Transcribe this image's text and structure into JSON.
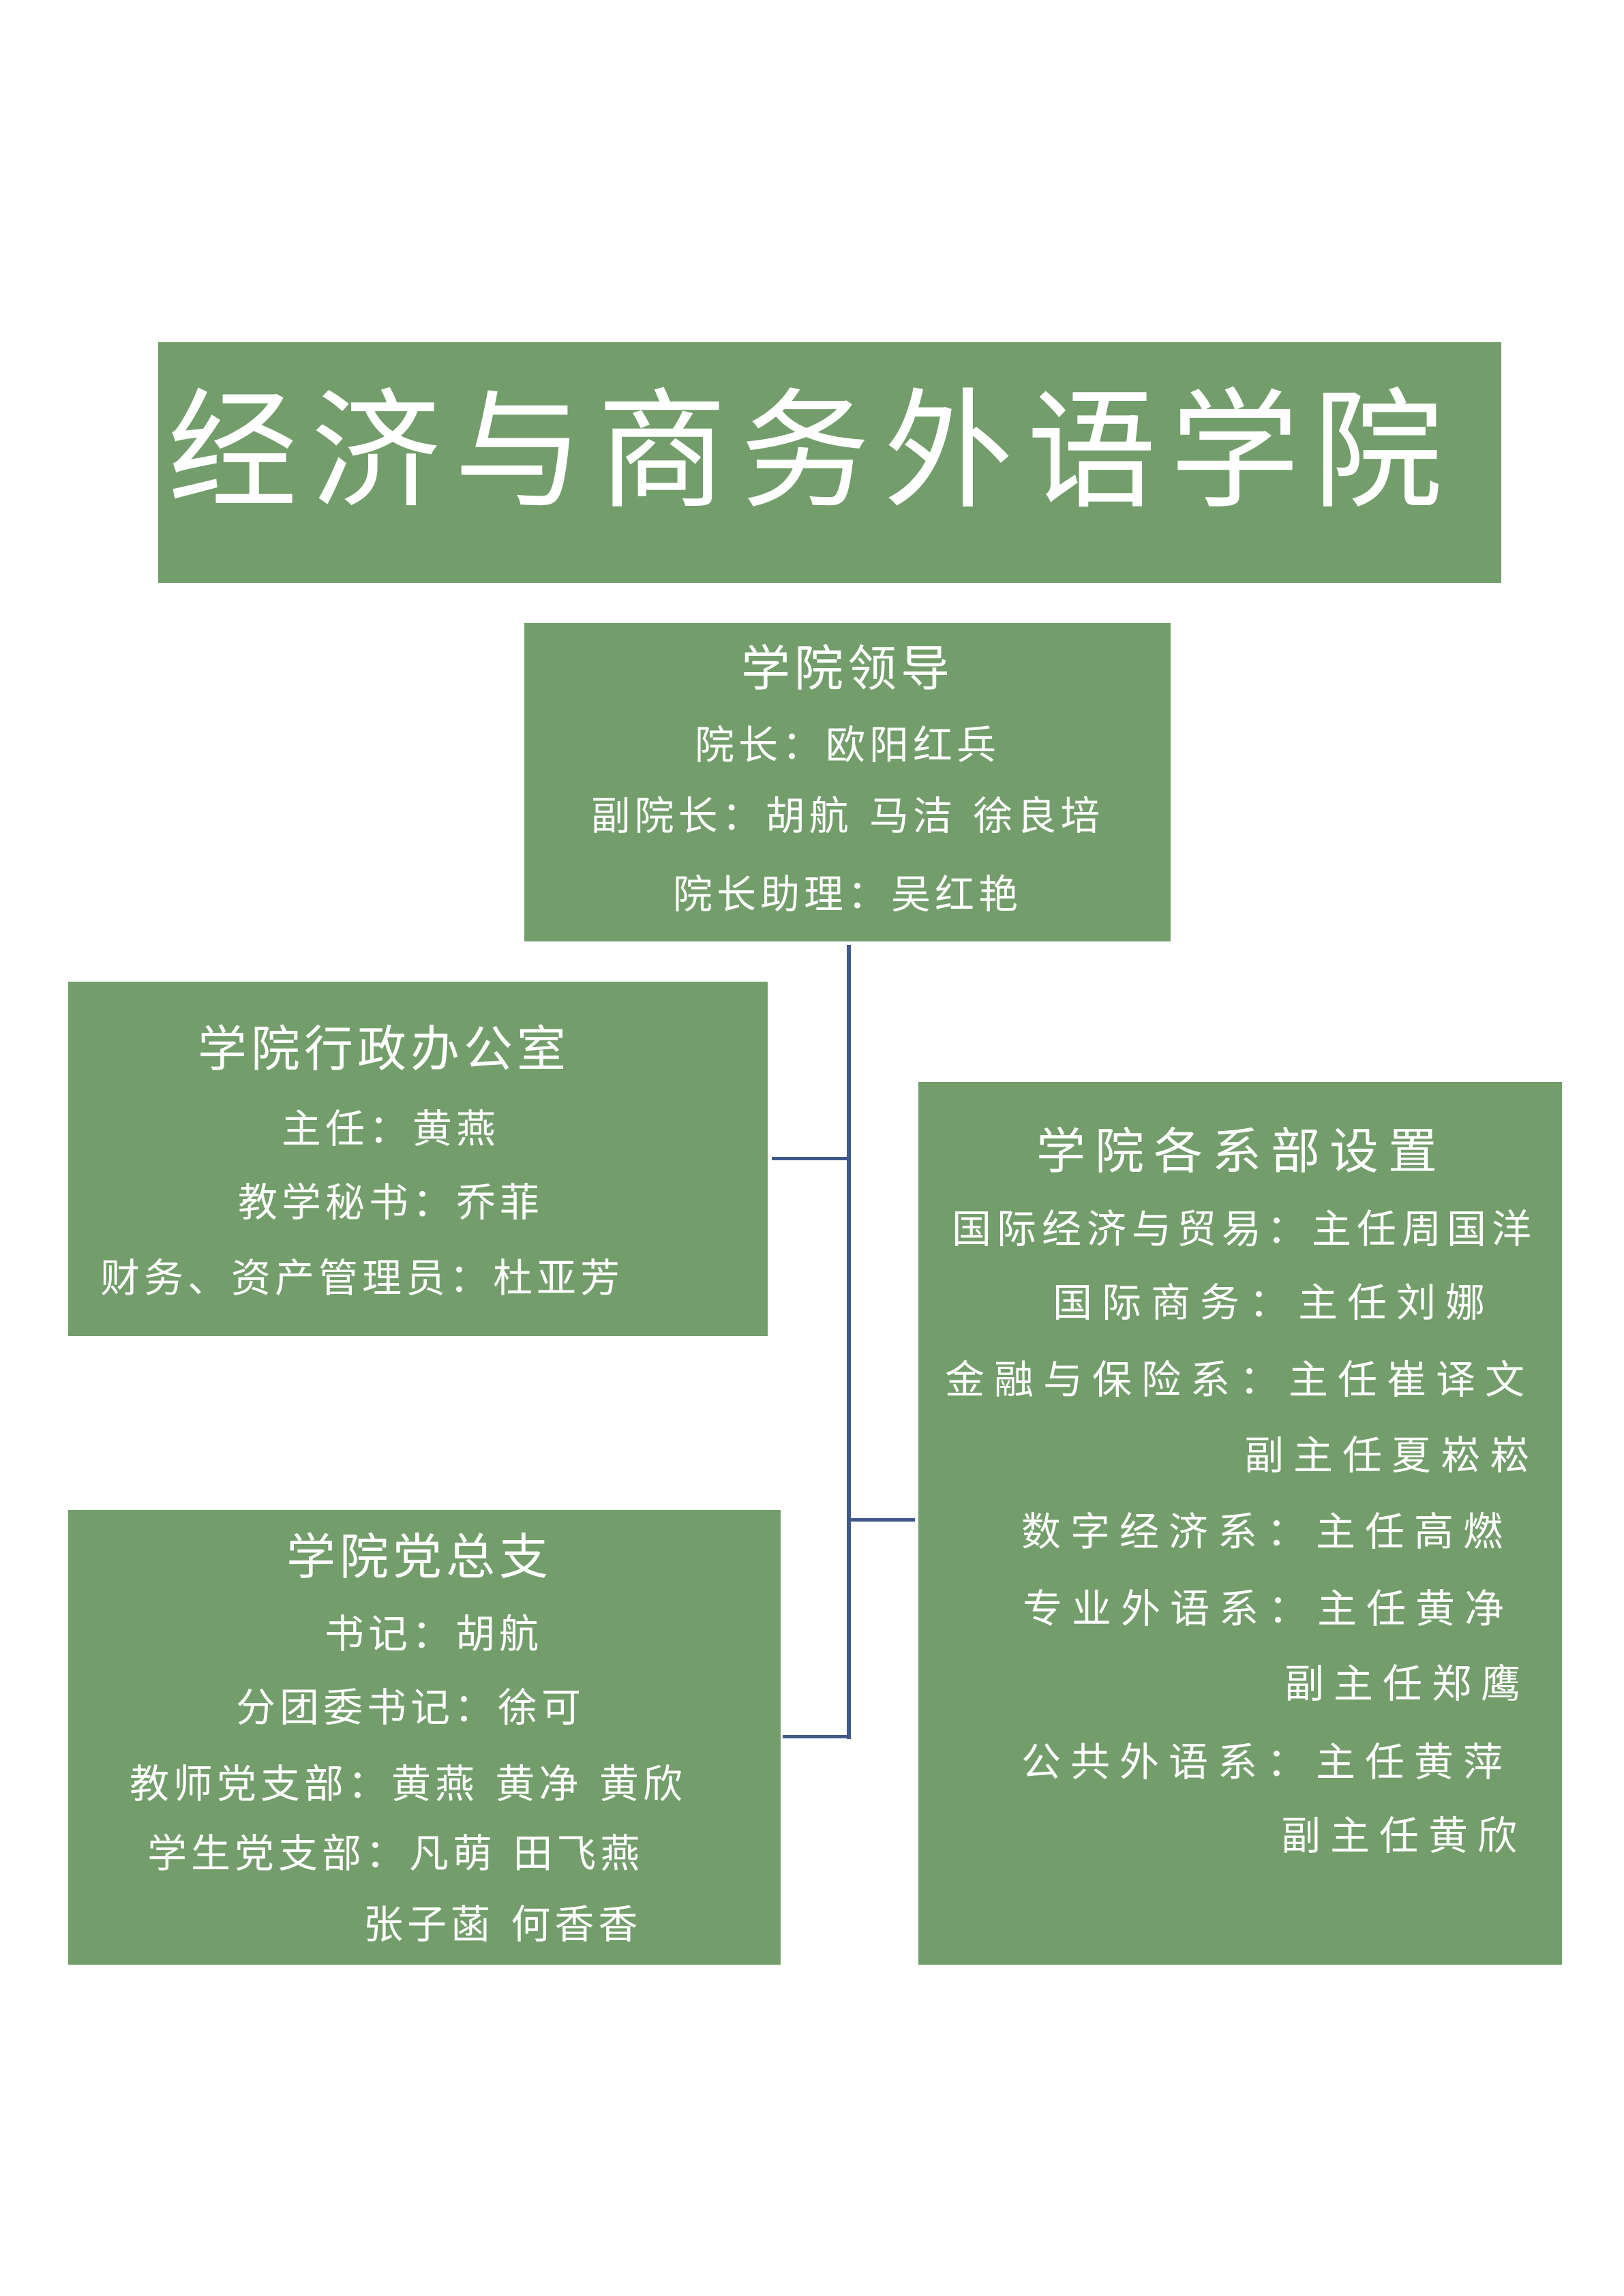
{
  "title": "经济与商务外语学院",
  "leadership": {
    "heading": "学院领导",
    "lines": [
      "院长：欧阳红兵",
      "副院长：胡航 马洁 徐良培",
      "院长助理：吴红艳"
    ]
  },
  "admin_office": {
    "heading": "学院行政办公室",
    "lines": [
      "主任：黄燕",
      "教学秘书：乔菲",
      "财务、资产管理员：杜亚芳"
    ]
  },
  "party_branch": {
    "heading": "学院党总支",
    "lines": [
      "书记：胡航",
      "分团委书记：徐可",
      "教师党支部：黄燕 黄净 黄欣",
      "学生党支部：凡萌 田飞燕",
      "张子菡 何香香"
    ]
  },
  "departments": {
    "heading": "学院各系部设置",
    "lines": [
      "国际经济与贸易：主任周国洋",
      "国际商务：主任刘娜",
      "金融与保险系：主任崔译文",
      "副主任夏崧崧",
      "数字经济系：主任高燃",
      "专业外语系：主任黄净",
      "副主任郑鹰",
      "公共外语系：主任黄萍",
      "副主任黄欣"
    ]
  },
  "colors": {
    "box": "#739d6b",
    "connector": "#40598a",
    "text": "#ffffff"
  }
}
